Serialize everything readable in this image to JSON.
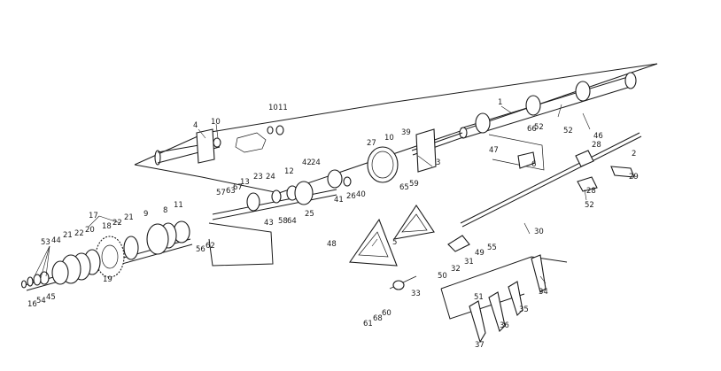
{
  "colors": {
    "ink": "#1a1a1a",
    "paper": "#ffffff"
  },
  "callouts": [
    "1",
    "2",
    "3",
    "4",
    "5",
    "6",
    "8",
    "9",
    "10",
    "10",
    "10",
    "11",
    "11",
    "12",
    "13",
    "16",
    "17",
    "18",
    "19",
    "20",
    "21",
    "21",
    "22",
    "22",
    "23",
    "24",
    "24",
    "25",
    "26",
    "27",
    "28",
    "28",
    "29",
    "30",
    "31",
    "32",
    "33",
    "34",
    "35",
    "36",
    "37",
    "39",
    "40",
    "41",
    "42",
    "43",
    "44",
    "45",
    "46",
    "47",
    "48",
    "49",
    "50",
    "51",
    "52",
    "52",
    "52",
    "53",
    "54",
    "55",
    "56",
    "57",
    "58",
    "59",
    "60",
    "61",
    "62",
    "63",
    "64",
    "65",
    "66",
    "67",
    "68"
  ]
}
